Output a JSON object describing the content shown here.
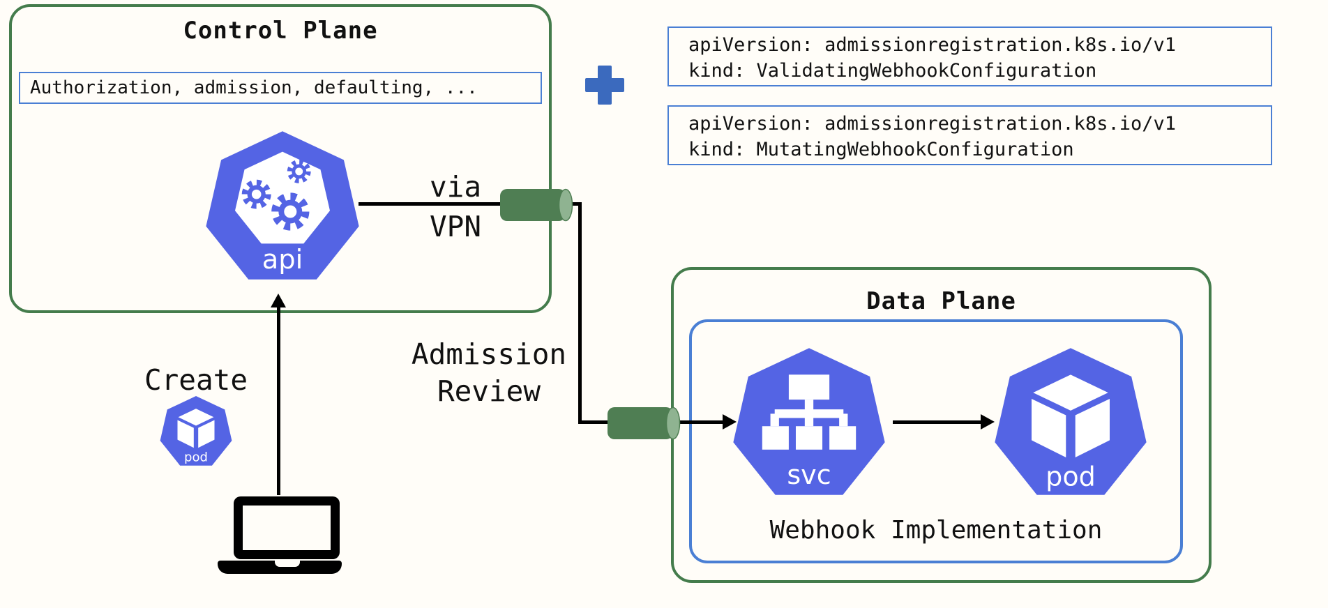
{
  "colors": {
    "background": "#fffdf8",
    "k8s_blue": "#5464e4",
    "green": "#447c4c",
    "cylinder_green": "#4f7e53",
    "cylinder_light": "#8fb391",
    "border_blue": "#4a7fd4",
    "plus_blue": "#3b6abe",
    "text_black": "#111111"
  },
  "control_plane": {
    "title": "Control Plane",
    "pipeline_label": "Authorization, admission, defaulting, ...",
    "api_label": "api",
    "via_vpn_line1": "via",
    "via_vpn_line2": "VPN"
  },
  "flow": {
    "create_label": "Create",
    "client_pod_label": "pod",
    "admission_review_line1": "Admission",
    "admission_review_line2": "Review"
  },
  "webhook_configs": [
    {
      "line1": "apiVersion: admissionregistration.k8s.io/v1",
      "line2": "kind: ValidatingWebhookConfiguration"
    },
    {
      "line1": "apiVersion: admissionregistration.k8s.io/v1",
      "line2": "kind: MutatingWebhookConfiguration"
    }
  ],
  "data_plane": {
    "title": "Data Plane",
    "webhook_box_label": "Webhook Implementation",
    "svc_label": "svc",
    "pod_label": "pod"
  }
}
